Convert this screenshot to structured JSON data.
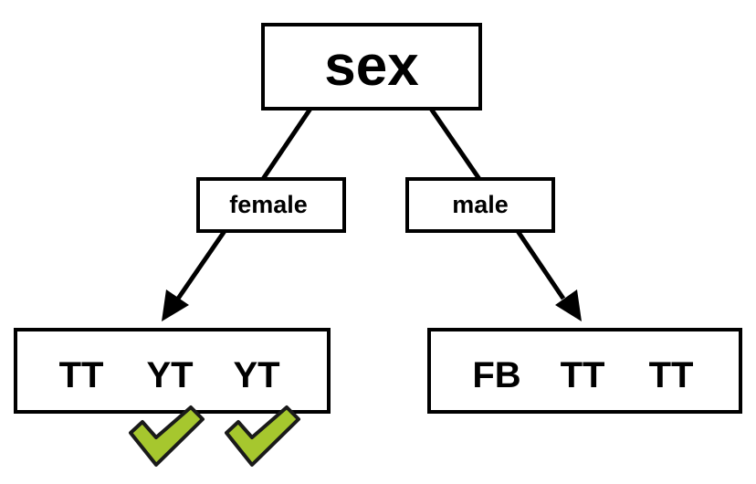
{
  "root": {
    "label": "sex"
  },
  "branches": [
    {
      "label": "female"
    },
    {
      "label": "male"
    }
  ],
  "leaves": [
    {
      "items": [
        {
          "label": "TT",
          "checked": false
        },
        {
          "label": "YT",
          "checked": true
        },
        {
          "label": "YT",
          "checked": true
        }
      ]
    },
    {
      "items": [
        {
          "label": "FB",
          "checked": false
        },
        {
          "label": "TT",
          "checked": false
        },
        {
          "label": "TT",
          "checked": false
        }
      ]
    }
  ],
  "colors": {
    "check_fill": "#a6c72e",
    "line": "#000000"
  }
}
